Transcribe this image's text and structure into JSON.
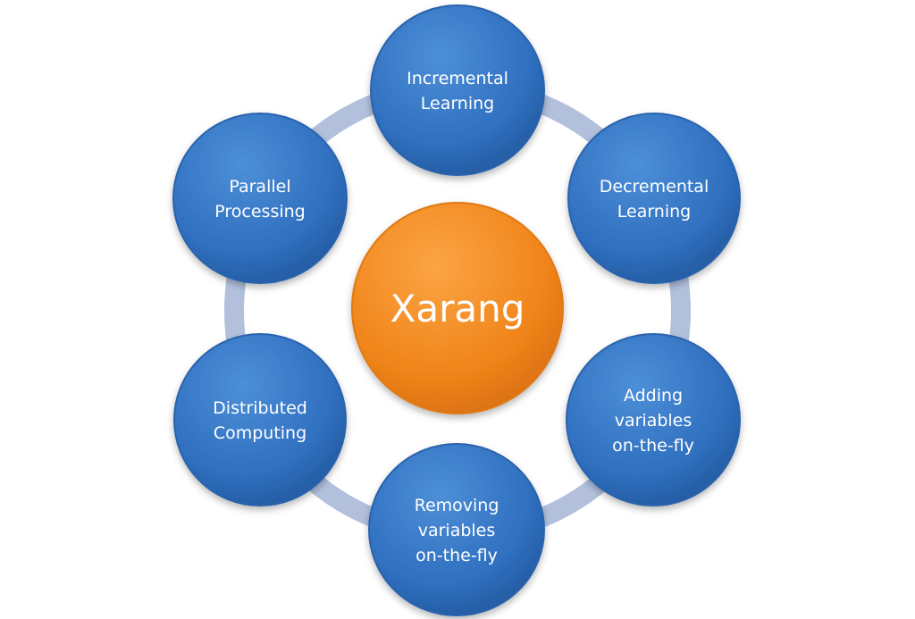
{
  "diagram": {
    "center": {
      "label": "Xarang",
      "color": "#f28a1c"
    },
    "ring_color": "#b2c0dc",
    "node_color": "#3478c8",
    "nodes": [
      {
        "id": "incremental-learning",
        "lines": [
          "Incremental",
          "Learning"
        ]
      },
      {
        "id": "decremental-learning",
        "lines": [
          "Decremental",
          "Learning"
        ]
      },
      {
        "id": "adding-variables",
        "lines": [
          "Adding",
          "variables",
          "on-the-fly"
        ]
      },
      {
        "id": "removing-variables",
        "lines": [
          "Removing",
          "variables",
          "on-the-fly"
        ]
      },
      {
        "id": "distributed-computing",
        "lines": [
          "Distributed",
          "Computing"
        ]
      },
      {
        "id": "parallel-processing",
        "lines": [
          "Parallel",
          "Processing"
        ]
      }
    ]
  }
}
